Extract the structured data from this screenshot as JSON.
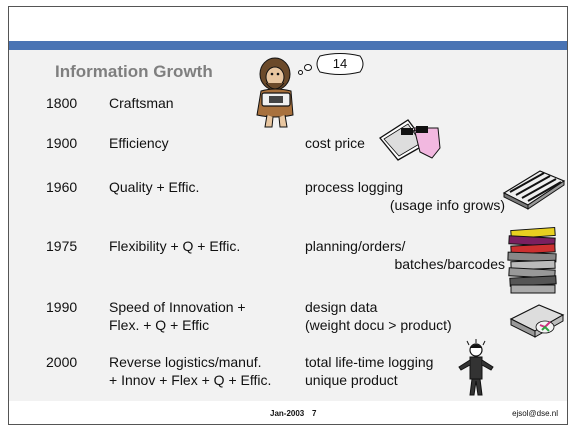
{
  "slide": {
    "title": "Information Growth",
    "bubble_number": "14",
    "rows": [
      {
        "year": "1800",
        "desc1": "Craftsman",
        "desc2": "",
        "note1": "",
        "note2": ""
      },
      {
        "year": "1900",
        "desc1": "Efficiency",
        "desc2": "",
        "note1": "cost price",
        "note2": ""
      },
      {
        "year": "1960",
        "desc1": "Quality + Effic.",
        "desc2": "",
        "note1": "process logging",
        "note2": "(usage info grows)"
      },
      {
        "year": "1975",
        "desc1": "Flexibility + Q + Effic.",
        "desc2": "",
        "note1": "planning/orders/",
        "note2": "batches/barcodes"
      },
      {
        "year": "1990",
        "desc1": "Speed of Innovation +",
        "desc2": "Flex. + Q + Effic",
        "note1": "design data",
        "note2": "(weight docu > product)"
      },
      {
        "year": "2000",
        "desc1": "Reverse logistics/manuf.",
        "desc2": "+ Innov + Flex + Q + Effic.",
        "note1": "total life-time logging",
        "note2": "unique product"
      }
    ]
  },
  "footer": {
    "date": "Jan-2003",
    "page": "7",
    "email": "ejsol@dse.nl"
  },
  "colors": {
    "accent_band": "#4a74b4",
    "slide_background": "#f2f2f2",
    "title": "#7f7f7f"
  },
  "icons": [
    "caveman-reading-icon",
    "thought-bubble-icon",
    "document-with-glasses-icon",
    "disk-stack-icon",
    "paper-stack-icon",
    "cd-drive-icon",
    "thinking-person-icon"
  ]
}
